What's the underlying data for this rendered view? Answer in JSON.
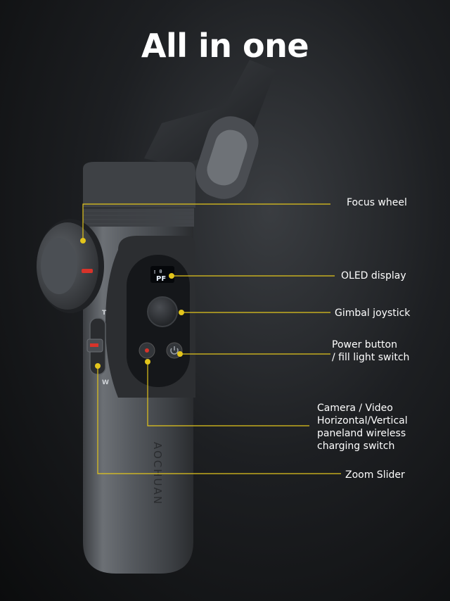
{
  "title": "All in one",
  "product": {
    "brand_text": "AOCHUAN",
    "oled_top": "▯ 0",
    "oled_mode": "PF",
    "slider_top": "T",
    "slider_bottom": "W"
  },
  "callouts": {
    "focus_wheel": "Focus wheel",
    "oled_display": "OLED display",
    "gimbal_joystick": "Gimbal joystick",
    "power_button": [
      "Power button",
      "/ fill light switch"
    ],
    "mode_switch": [
      "Camera / Video",
      "Horizontal/Vertical",
      "paneland wireless",
      "charging switch"
    ],
    "zoom_slider": "Zoom Slider"
  },
  "colors": {
    "callout_line": "#e3c51c",
    "accent_red": "#d8332a",
    "oled_text": "#e9f2ff"
  }
}
